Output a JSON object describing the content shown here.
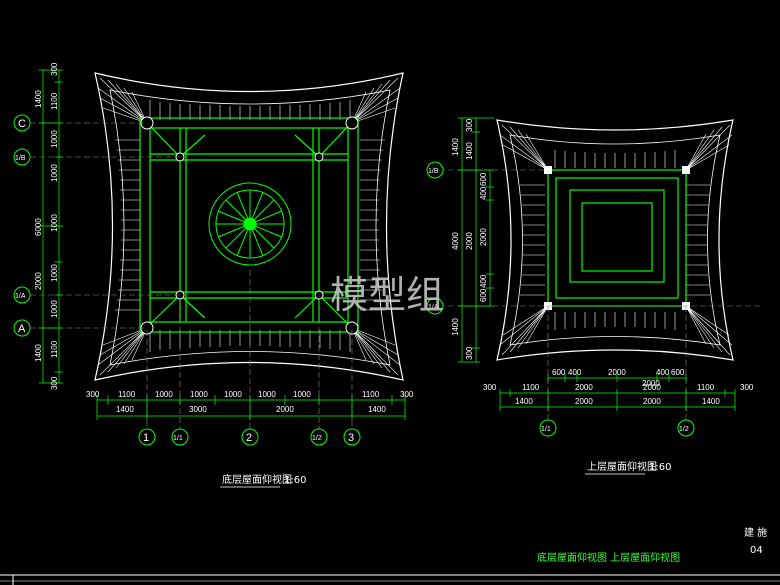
{
  "watermark": "模型组",
  "left_plan": {
    "title": "底层屋面仰视图",
    "scale": "1:60",
    "row_axes": [
      "C",
      "1/B",
      "1/A",
      "A"
    ],
    "col_axes": [
      "1",
      "1/1",
      "2",
      "1/2",
      "3"
    ],
    "dims_bottom_1": [
      "300",
      "1100",
      "1000",
      "1000",
      "1000",
      "1000",
      "1000",
      "1100",
      "300"
    ],
    "dims_bottom_2": [
      "1400",
      "3000",
      "2000",
      "1400"
    ],
    "dims_left_1": [
      "300",
      "1100",
      "1000",
      "1000",
      "1000",
      "1000",
      "1000",
      "1100",
      "300"
    ],
    "dims_left_2": [
      "1400",
      "6000",
      "2000",
      "1400"
    ]
  },
  "right_plan": {
    "title": "上层屋面仰视图",
    "scale": "1:60",
    "row_axes": [
      "1/B",
      "1/A"
    ],
    "col_axes": [
      "1/1",
      "1/2"
    ],
    "dims_top": [
      "600",
      "400",
      "2000",
      "2000",
      "400",
      "600"
    ],
    "dims_bottom_1": [
      "300",
      "1100",
      "2000",
      "2000",
      "1100",
      "300"
    ],
    "dims_bottom_2": [
      "1400",
      "2000",
      "2000",
      "1400"
    ],
    "dims_left_1": [
      "300",
      "1400"
    ],
    "dims_left_2": [
      "600",
      "400",
      "2000",
      "400",
      "600"
    ],
    "dims_left_3": [
      "1400",
      "4000",
      "2000",
      "1400",
      "300"
    ]
  },
  "title_block": {
    "label": "建 施",
    "sheet_number": "04",
    "sheet_title": "底层屋面仰视图  上层屋面仰视图"
  },
  "colors": {
    "background": "#000000",
    "green": "#00ff00",
    "white": "#ffffff"
  }
}
